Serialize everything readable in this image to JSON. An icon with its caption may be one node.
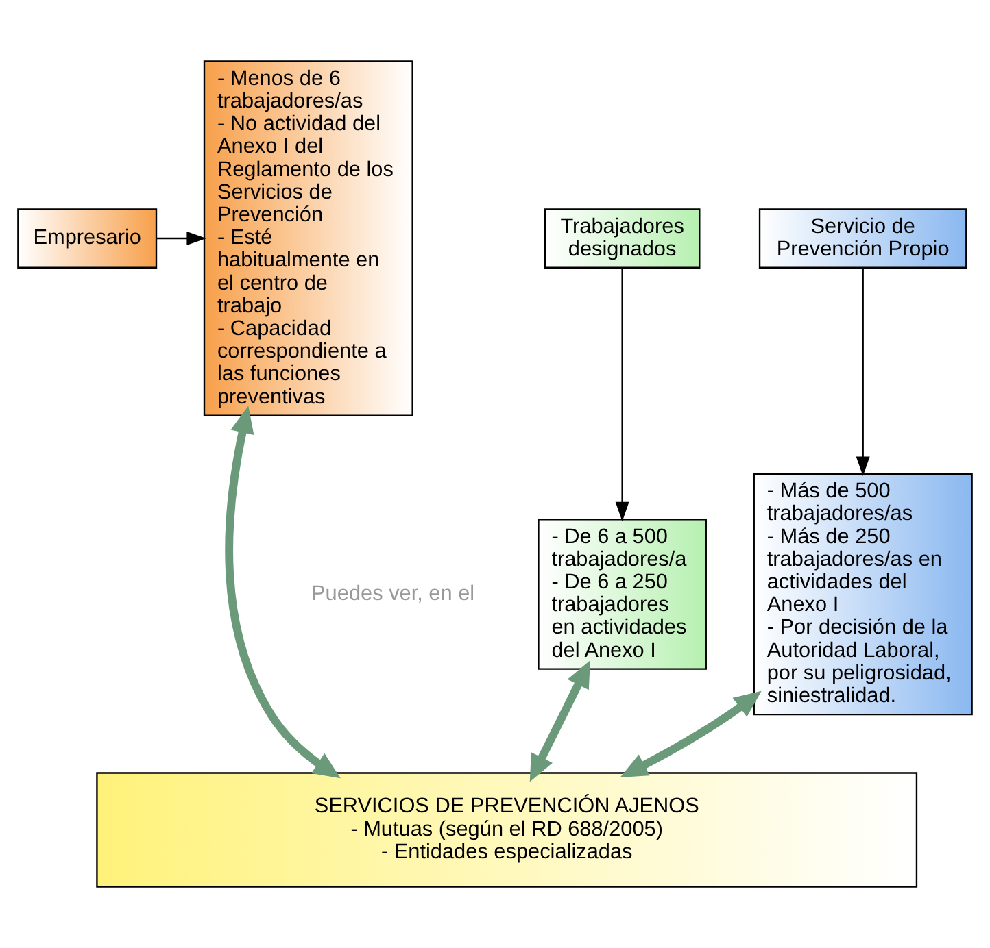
{
  "diagram": {
    "nodes": [
      {
        "text": [
          "Empresario"
        ]
      },
      {
        "text": [
          "Trabajadores designados"
        ]
      },
      {
        "text": [
          "Servicio de Prevención Propio"
        ]
      },
      {
        "text": [
          "- Menos de 6 trabajadores/as",
          "- No actividad del Anexo I del Reglamento de los Servicios de Prevención",
          "- Esté habitualmente en el centro de trabajo",
          "- Capacidad correspondiente a las funciones preventivas"
        ]
      },
      {
        "text": [
          "- De 6 a 500 trabajadores/a",
          "- De 6 a 250 trabajadores en actividades del Anexo I"
        ]
      },
      {
        "text": [
          "- Más de 500 trabajadores/as",
          "- Más de 250 trabajadores/as en actividades del Anexo I",
          "- Por decisión de la Autoridad Laboral, por su peligrosidad, siniestralidad."
        ]
      },
      {
        "text": [
          "SERVICIOS DE PREVENCIÓN AJENOS",
          "- Mutuas (según el RD 688/2005)",
          "- Entidades especializadas"
        ]
      }
    ],
    "edges": [
      {
        "from": 0,
        "to": 3,
        "arrow": "to"
      },
      {
        "from": 1,
        "to": 4,
        "arrow": "to"
      },
      {
        "from": 2,
        "to": 5,
        "arrow": "to"
      },
      {
        "from": 3,
        "to": 6,
        "arrow": "both",
        "style": "thick",
        "color": "#6a9a7a"
      },
      {
        "from": 4,
        "to": 6,
        "arrow": "both",
        "style": "thick",
        "color": "#6a9a7a"
      },
      {
        "from": 5,
        "to": 6,
        "arrow": "both",
        "style": "thick",
        "color": "#6a9a7a"
      }
    ],
    "labels": [
      "Puedes ver, en el"
    ]
  }
}
